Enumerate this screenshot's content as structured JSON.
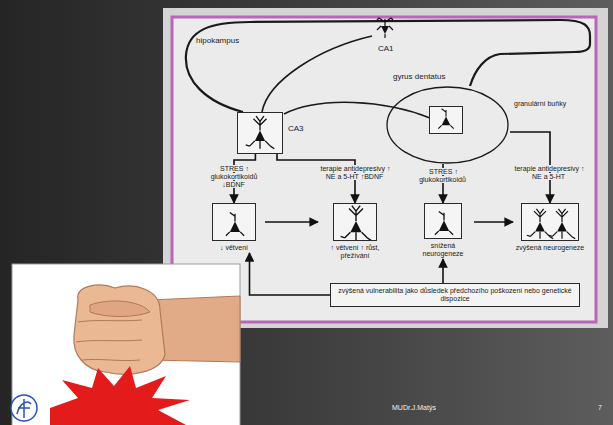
{
  "diagram": {
    "nodes": [
      {
        "text": [
          "CA3"
        ]
      },
      {
        "text": [
          "gyrus dentatus"
        ]
      },
      {
        "text": [
          "↓ větvení"
        ]
      },
      {
        "text": [
          "↑ větvení ↑ růst, přežívání"
        ]
      },
      {
        "text": [
          "snížená neurogeneze"
        ]
      },
      {
        "text": [
          "zvýšená neurogeneze"
        ]
      },
      {
        "text": [
          "zvýšená vulnerabilita jako důsledek předchozího poškození nebo genetické dispozice"
        ]
      }
    ],
    "edges": [
      {
        "from": 0,
        "to": 2,
        "arrow": "to",
        "label": "STRES ↑ glukokortikoidů ↓BDNF"
      },
      {
        "from": 0,
        "to": 3,
        "arrow": "to",
        "label": "terapie antidepresivy ↑ NE a 5-HT ↑BDNF"
      },
      {
        "from": 1,
        "to": 4,
        "arrow": "to",
        "label": "STRES ↑ glukokortikoidů"
      },
      {
        "from": 1,
        "to": 5,
        "arrow": "to",
        "label": "terapie antidepresivy ↑ NE a 5-HT"
      },
      {
        "from": 2,
        "to": 3,
        "arrow": "to"
      },
      {
        "from": 4,
        "to": 5,
        "arrow": "to"
      },
      {
        "from": 6,
        "to": 4,
        "arrow": "to"
      },
      {
        "from": 6,
        "to": 2,
        "arrow": "to"
      }
    ],
    "labels": [
      "hipokampus",
      "CA1",
      "granulární buňky",
      "MUDr.J.Matýs",
      "7"
    ]
  }
}
